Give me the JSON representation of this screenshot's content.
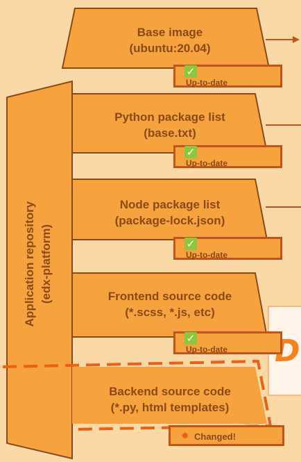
{
  "layers": [
    {
      "title_line1": "Base image",
      "title_line2": "(ubuntu:20.04)",
      "status": "Up-to-date"
    },
    {
      "title_line1": "Python package list",
      "title_line2": "(base.txt)",
      "status": "Up-to-date"
    },
    {
      "title_line1": "Node package list",
      "title_line2": "(package-lock.json)",
      "status": "Up-to-date"
    },
    {
      "title_line1": "Frontend source code",
      "title_line2": "(*.scss, *.js, etc)",
      "status": "Up-to-date"
    },
    {
      "title_line1": "Backend source code",
      "title_line2": "(*.py, html templates)",
      "status": "Changed!"
    }
  ],
  "repository": {
    "line1": "Application repository",
    "line2": "(edx-platform)"
  },
  "callout_letter": "D",
  "icons": {
    "up_to_date": "check-mark-icon",
    "changed": "explosion-icon"
  },
  "colors": {
    "background": "#fbd9a6",
    "layer_fill": "#f6a33f",
    "border": "#c0541f",
    "text": "#8a4a16",
    "changed_dash": "#e96016",
    "check": "#8dc63f"
  }
}
